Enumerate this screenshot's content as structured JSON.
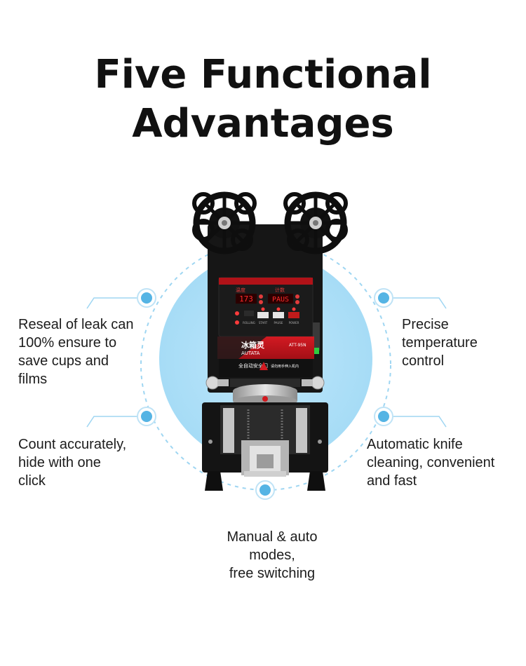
{
  "title": {
    "line1": "Five Functional",
    "line2": "Advantages"
  },
  "features": [
    {
      "lines": [
        "Reseal of leak can",
        "100% ensure to",
        "save cups and",
        "films"
      ]
    },
    {
      "lines": [
        "Precise",
        "temperature",
        "control"
      ]
    },
    {
      "lines": [
        "Count accurately,",
        "hide with one",
        "click"
      ]
    },
    {
      "lines": [
        "Automatic knife",
        "cleaning, convenient",
        "and fast"
      ]
    },
    {
      "lines": [
        "Manual & auto",
        "modes,",
        "free switching"
      ]
    }
  ],
  "product": {
    "display_left": "173",
    "display_right": "PAUS",
    "brand_cn": "冰箱灵",
    "brand": "AUTATA",
    "model": "ATT-95N",
    "warning_cn": "全自动安全门",
    "sub_cn": "请勿用手伸入机内",
    "label_count": "计数",
    "label_temp": "温度",
    "btn_start": "START",
    "btn_pause": "PAUSE",
    "btn_power": "POWER",
    "btn_rolling": "ROLLING"
  },
  "colors": {
    "accent_blue": "#9fd6f2",
    "node_blue": "#55b4e4",
    "panel_red": "#c0141c",
    "machine_black": "#151515"
  }
}
